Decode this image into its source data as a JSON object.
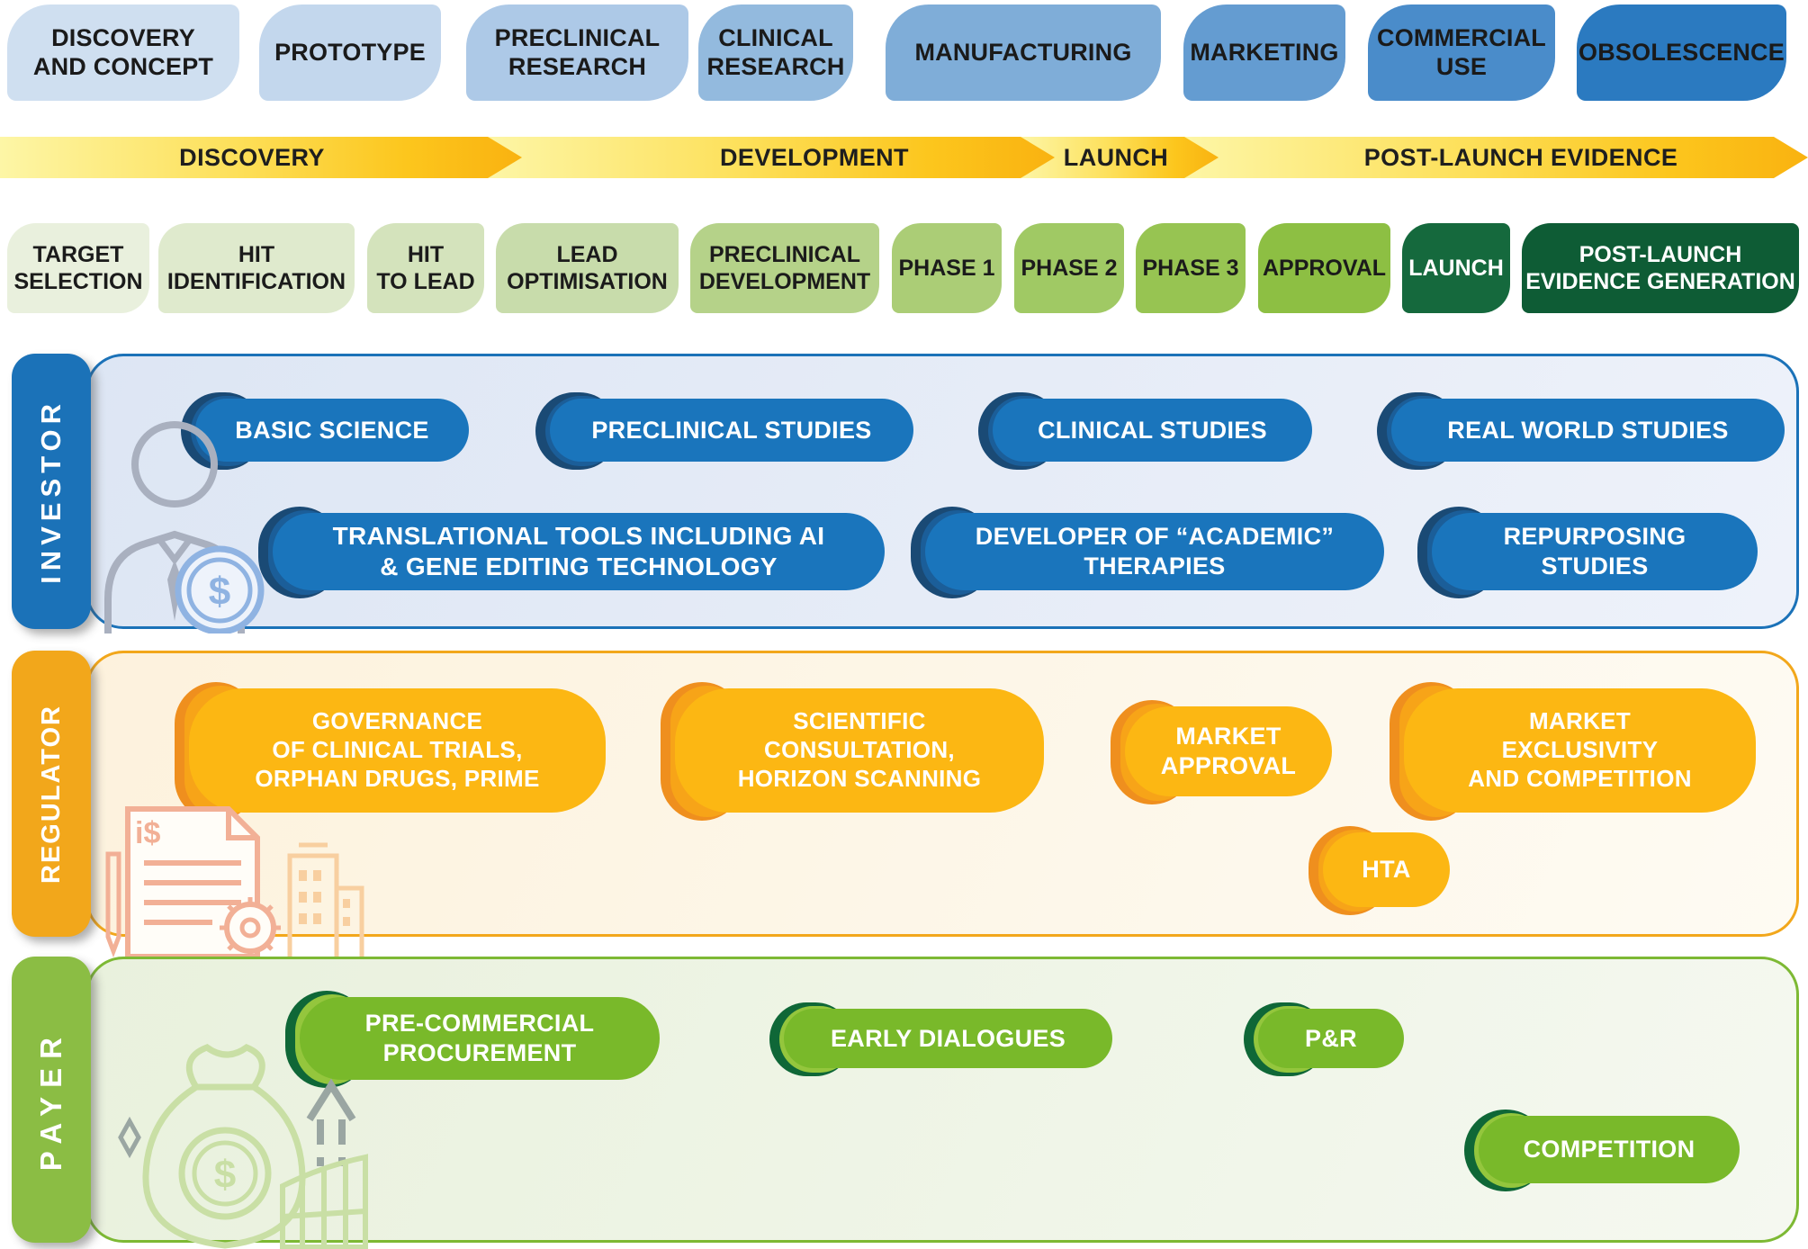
{
  "lifecycle_tabs": [
    {
      "label": "DISCOVERY\nAND CONCEPT"
    },
    {
      "label": "PROTOTYPE"
    },
    {
      "label": "PRECLINICAL\nRESEARCH"
    },
    {
      "label": "CLINICAL\nRESEARCH"
    },
    {
      "label": "MANUFACTURING"
    },
    {
      "label": "MARKETING"
    },
    {
      "label": "COMMERCIAL\nUSE"
    },
    {
      "label": "OBSOLESCENCE"
    }
  ],
  "phase_band": {
    "segments": [
      {
        "label": "DISCOVERY"
      },
      {
        "label": "DEVELOPMENT"
      },
      {
        "label": "LAUNCH"
      },
      {
        "label": "POST-LAUNCH EVIDENCE"
      }
    ]
  },
  "stages": [
    {
      "label": "TARGET\nSELECTION"
    },
    {
      "label": "HIT\nIDENTIFICATION"
    },
    {
      "label": "HIT\nTO LEAD"
    },
    {
      "label": "LEAD\nOPTIMISATION"
    },
    {
      "label": "PRECLINICAL\nDEVELOPMENT"
    },
    {
      "label": "PHASE 1"
    },
    {
      "label": "PHASE 2"
    },
    {
      "label": "PHASE 3"
    },
    {
      "label": "APPROVAL"
    },
    {
      "label": "LAUNCH"
    },
    {
      "label": "POST-LAUNCH\nEVIDENCE GENERATION"
    }
  ],
  "panels": {
    "investor": {
      "title": "INVESTOR",
      "pills": [
        {
          "label": "BASIC SCIENCE"
        },
        {
          "label": "PRECLINICAL STUDIES"
        },
        {
          "label": "CLINICAL STUDIES"
        },
        {
          "label": "REAL WORLD STUDIES"
        },
        {
          "label": "TRANSLATIONAL TOOLS INCLUDING AI\n& GENE EDITING TECHNOLOGY"
        },
        {
          "label": "DEVELOPER OF “ACADEMIC”\nTHERAPIES"
        },
        {
          "label": "REPURPOSING\nSTUDIES"
        }
      ]
    },
    "regulator": {
      "title": "REGULATOR",
      "pills": [
        {
          "label": "GOVERNANCE\nOF CLINICAL TRIALS,\nORPHAN DRUGS, PRIME"
        },
        {
          "label": "SCIENTIFIC\nCONSULTATION,\nHORIZON SCANNING"
        },
        {
          "label": "MARKET\nAPPROVAL"
        },
        {
          "label": "MARKET\nEXCLUSIVITY\nAND COMPETITION"
        },
        {
          "label": "HTA"
        }
      ]
    },
    "payer": {
      "title": "PAYER",
      "pills": [
        {
          "label": "PRE-COMMERCIAL\nPROCUREMENT"
        },
        {
          "label": "EARLY DIALOGUES"
        },
        {
          "label": "P&R"
        },
        {
          "label": "COMPETITION"
        }
      ]
    }
  },
  "icons": [
    {
      "name": "investor-person-coin-icon"
    },
    {
      "name": "regulator-documents-gear-icon"
    },
    {
      "name": "payer-money-bag-icon"
    }
  ],
  "colors": {
    "investor_blue": "#1b72b8",
    "pill_blue": "#1a75bc",
    "pill_blue_dark": "#1a4a75",
    "regulator_gold": "#f2a71b",
    "pill_yellow": "#fcb713",
    "pill_yellow_dark": "#ef8f1e",
    "payer_green": "#8bbd44",
    "pill_green": "#79b92a",
    "pill_green_dark": "#0f6737",
    "band_gold": "#f9b210",
    "stage_dark_green": "#0e5c35",
    "tab_light_blue": "#cfdff0",
    "tab_dark_blue": "#2b7ac0"
  }
}
